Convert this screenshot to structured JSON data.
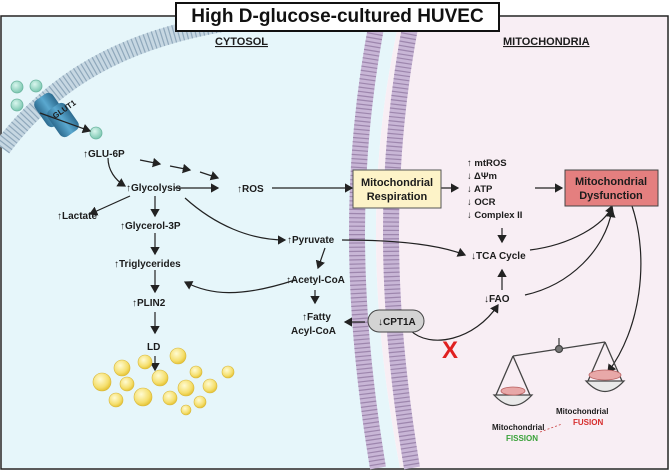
{
  "title": "High D-glucose-cultured HUVEC",
  "compartments": {
    "cytosol": "CYTOSOL",
    "mitochondria": "MITOCHONDRIA"
  },
  "transporter": "GLUT1",
  "nodes": {
    "glu6p": "↑GLU-6P",
    "glycolysis": "↑Glycolysis",
    "lactate": "↑Lactate",
    "glycerol3p": "↑Glycerol-3P",
    "triglycerides": "↑Triglycerides",
    "plin2": "↑PLIN2",
    "ld": "LD",
    "ros": "↑ROS",
    "pyruvate": "↑Pyruvate",
    "acetylcoa": "↑Acetyl-CoA",
    "fatty_acyl_coa_1": "↑Fatty",
    "fatty_acyl_coa_2": "Acyl-CoA",
    "cpt1a": "↓CPT1A",
    "tca": "↓TCA Cycle",
    "fao": "↓FAO",
    "mito_resp_1": "Mitochondrial",
    "mito_resp_2": "Respiration",
    "mito_dys_1": "Mitochondrial",
    "mito_dys_2": "Dysfunction",
    "block_mark": "X"
  },
  "respiration_changes": [
    "↑ mtROS",
    "↓ ΔΨm",
    "↓ ATP",
    "↓ OCR",
    "↓ Complex II"
  ],
  "balance": {
    "left_label": "Mitochondrial",
    "left_state": "FISSION",
    "right_label": "Mitochondrial",
    "right_state": "FUSION"
  },
  "colors": {
    "cytosol_bg": "#e6f6fa",
    "mito_bg": "#f8eef4",
    "respiration_box": "#fdf3c8",
    "dysfunction_box": "#e47f7f",
    "block_mark": "#e02020",
    "fission": "#3aa23a",
    "fusion": "#d62d2d",
    "membrane": "#9d86ad"
  }
}
